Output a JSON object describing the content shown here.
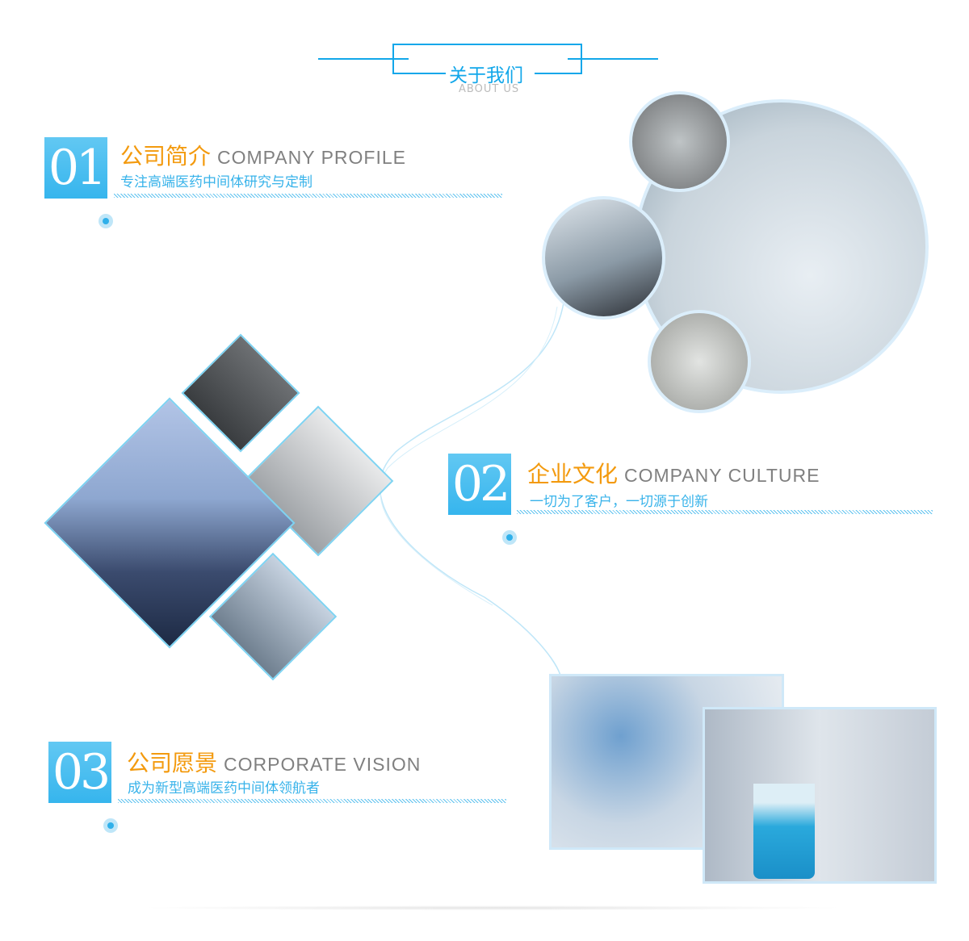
{
  "header": {
    "title": "关于我们",
    "subtitle": "ABOUT  US",
    "accent": "#12a7ea"
  },
  "sections": [
    {
      "number": "01",
      "title_cn": "公司简介",
      "title_en": "COMPANY  PROFILE",
      "subtitle": "专注高端医药中间体研究与定制"
    },
    {
      "number": "02",
      "title_cn": "企业文化",
      "title_en": "COMPANY  CULTURE",
      "subtitle": "一切为了客户，一切源于创新"
    },
    {
      "number": "03",
      "title_cn": "公司愿景",
      "title_en": "CORPORATE VISION",
      "subtitle": "成为新型高端医药中间体领航者"
    }
  ],
  "colors": {
    "orange": "#f39a0e",
    "blue": "#38b3ea"
  }
}
